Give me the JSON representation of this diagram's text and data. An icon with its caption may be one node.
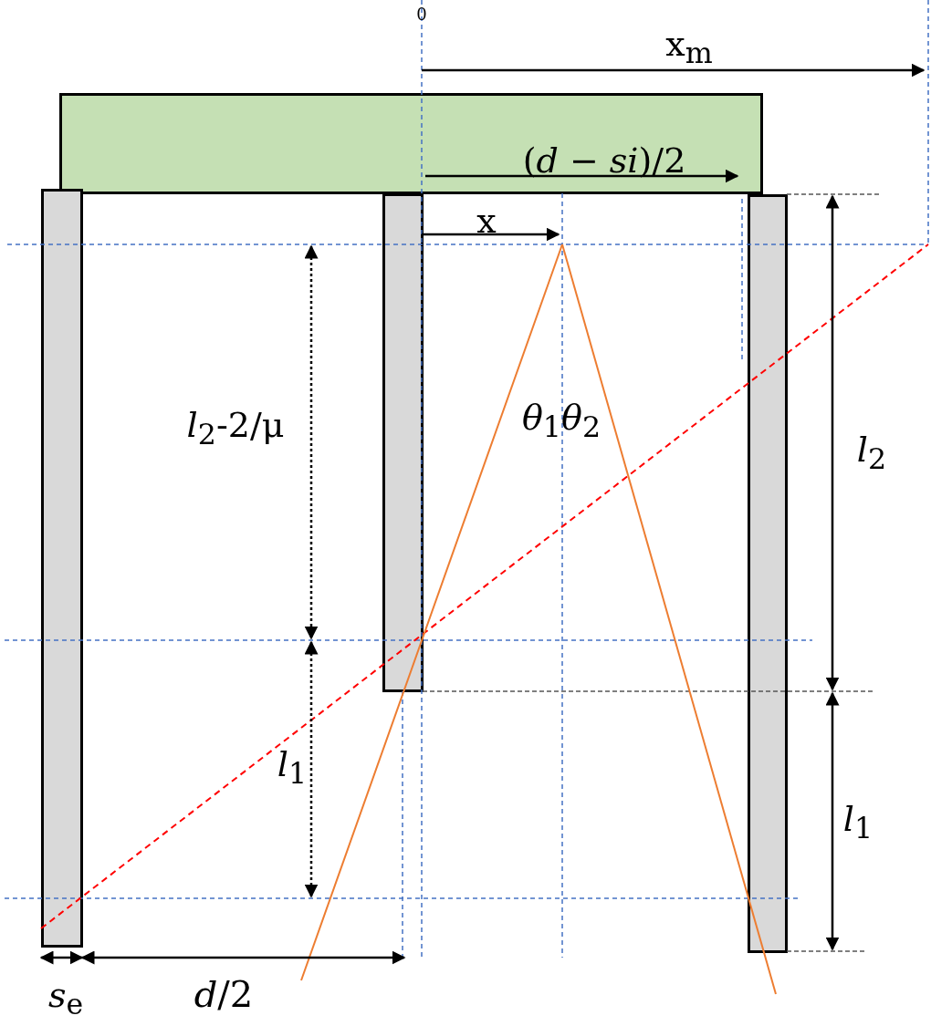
{
  "diagram": {
    "nodes": [
      {
        "text": [],
        "shape": "box"
      },
      {
        "text": [],
        "shape": "bar"
      },
      {
        "text": [],
        "shape": "bar"
      },
      {
        "text": [],
        "shape": "bar"
      }
    ],
    "labels": [
      "0",
      "x$_{m}$",
      "(*d* − *si*)/2",
      "x",
      "*θ*$_{1}$*θ*$_{2}$",
      "*l*$_{2}$-2/μ",
      "*l*$_{1}$",
      "*l*$_{2}$",
      "*l*$_{1}$",
      "*s*$_{e}$",
      "*d*/2"
    ]
  }
}
